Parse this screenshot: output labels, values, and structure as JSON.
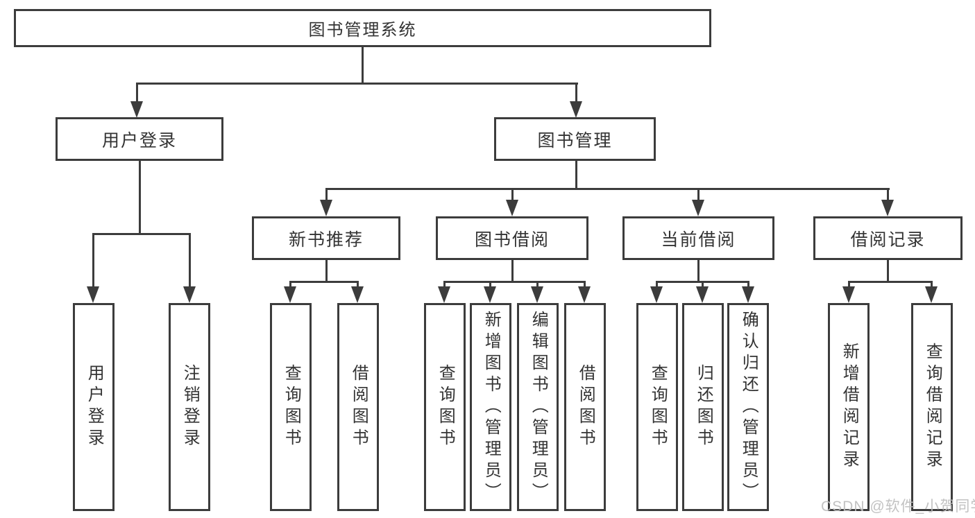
{
  "diagram": {
    "root": {
      "label": "图书管理系统"
    },
    "level2": [
      {
        "id": "user-login",
        "label": "用户登录",
        "parent": "root"
      },
      {
        "id": "book-management",
        "label": "图书管理",
        "parent": "root"
      }
    ],
    "level3": [
      {
        "id": "new-book-recommend",
        "label": "新书推荐",
        "parent": "book-management"
      },
      {
        "id": "book-borrow",
        "label": "图书借阅",
        "parent": "book-management"
      },
      {
        "id": "current-borrow",
        "label": "当前借阅",
        "parent": "book-management"
      },
      {
        "id": "borrow-records",
        "label": "借阅记录",
        "parent": "book-management"
      }
    ],
    "leaves": [
      {
        "label": "用户登录",
        "parent": "user-login"
      },
      {
        "label": "注销登录",
        "parent": "user-login"
      },
      {
        "label": "查询图书",
        "parent": "new-book-recommend"
      },
      {
        "label": "借阅图书",
        "parent": "new-book-recommend"
      },
      {
        "label": "查询图书",
        "parent": "book-borrow"
      },
      {
        "label": "新增图书（管理员）",
        "parent": "book-borrow"
      },
      {
        "label": "编辑图书（管理员）",
        "parent": "book-borrow"
      },
      {
        "label": "借阅图书",
        "parent": "book-borrow"
      },
      {
        "label": "查询图书",
        "parent": "current-borrow"
      },
      {
        "label": "归还图书",
        "parent": "current-borrow"
      },
      {
        "label": "确认归还（管理员）",
        "parent": "current-borrow"
      },
      {
        "label": "新增借阅记录",
        "parent": "borrow-records"
      },
      {
        "label": "查询借阅记录",
        "parent": "borrow-records"
      }
    ]
  },
  "watermark": {
    "text": "CSDN @软件_小贺同学"
  },
  "colors": {
    "line": "#3c3c3c",
    "text": "#333333",
    "watermark": "#bdbdbd",
    "background": "#ffffff"
  }
}
